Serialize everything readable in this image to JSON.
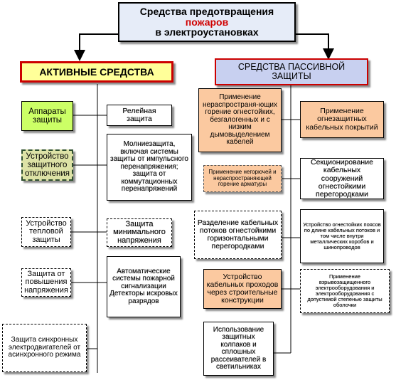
{
  "diagram": {
    "title": {
      "line1": "Средства предотвращения",
      "line2": "пожаров",
      "line3": "в электроустановках"
    },
    "active": {
      "header": "АКТИВНЫЕ СРЕДСТВА",
      "items": [
        "Аппараты защиты",
        "Релейная защита",
        "Молниезащита, включая системы защиты от импульсного перенапряжения; защита от коммутационных перенапряжений",
        "Устройство защитного отключения",
        "Устройство тепловой защиты",
        "Защита минимального напряжения",
        "Защита от повышения напряжения",
        "Автоматические системы пожарной сигнализации Детекторы искровых разрядов",
        "Защита синхронных электродвигателей от асинхронного режима"
      ]
    },
    "passive": {
      "header": "СРЕДСТВА ПАССИВНОЙ ЗАЩИТЫ",
      "items": [
        "Применение нераспространя-ющих горение огнестойких, безгалогенных и с низким дымовыделением кабелей",
        "Применение огнезащитных кабельных покрытий",
        "Применение негорючей и нераспространяющей горение арматуры",
        "Секционирование кабельных сооружений огнестойкими перегородками",
        "Разделение кабельных потоков огнестойкими горизонтальными перегородками",
        "Устройство огнестойких поясов по длине кабельных потоков и том числе внутри металлических коробов и шинопроводов",
        "Устройство кабельных проходов через строительные конструкции",
        "Применение взрывозащищенного электрооборудования и электрооборудования с допустимой степенью защиты оболочки",
        "Использование защитных колпаков и сплошных рассеивателей в светильниках"
      ]
    },
    "colors": {
      "title_bg": "#e6ecf8",
      "title_accent": "#d00000",
      "active_header_bg": "#ffff99",
      "active_header_border": "#cc0000",
      "passive_header_bg": "#c8d0f0",
      "passive_header_border": "#cc0000",
      "green_box": "#ccff66",
      "olive_box": "#dde2a6",
      "orange_box": "#fbc9a0"
    }
  }
}
